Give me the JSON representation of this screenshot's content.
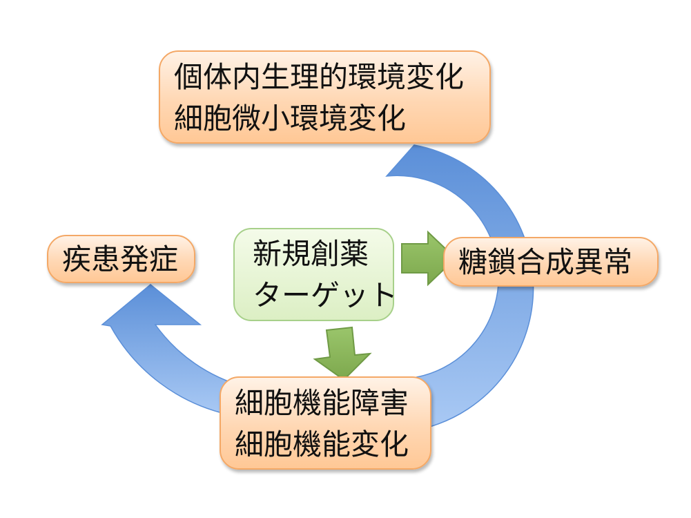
{
  "diagram": {
    "nodes": {
      "top": {
        "lines": [
          "個体内生理的環境変化",
          "細胞微小環境変化"
        ]
      },
      "right": {
        "lines": [
          "糖鎖合成異常"
        ]
      },
      "bottom": {
        "lines": [
          "細胞機能障害",
          "細胞機能変化"
        ]
      },
      "left": {
        "lines": [
          "疾患発症"
        ]
      },
      "center": {
        "lines": [
          "新規創薬",
          "ターゲット"
        ]
      }
    },
    "colors": {
      "cycle_arrow": "#7aa9e4",
      "target_arrow": "#8db85c",
      "box_border": "#f4a866",
      "box_fill": "#ffd7b3",
      "center_fill": "#e4f3d2"
    }
  }
}
